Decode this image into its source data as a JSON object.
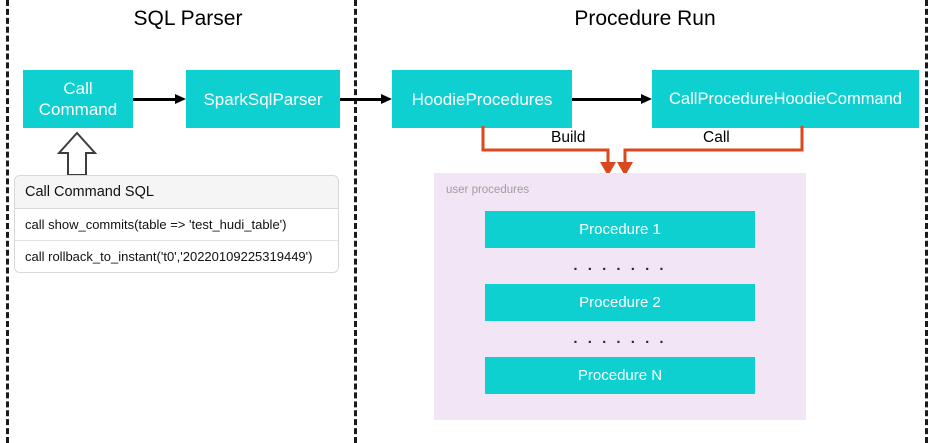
{
  "sections": [
    {
      "id": "sql-parser",
      "title": "SQL Parser"
    },
    {
      "id": "procedure-run",
      "title": "Procedure Run"
    }
  ],
  "flow": {
    "boxes": [
      {
        "id": "call-command",
        "label": "Call\nCommand"
      },
      {
        "id": "spark-sql-parser",
        "label": "SparkSqlParser"
      },
      {
        "id": "hoodie-procedures",
        "label": "HoodieProcedures"
      },
      {
        "id": "call-procedure-hoodie-command",
        "label": "CallProcedureHoodieCommand"
      }
    ],
    "call_command_line1": "Call",
    "call_command_line2": "Command",
    "spark_sql_parser": "SparkSqlParser",
    "hoodie_procedures": "HoodieProcedures",
    "call_procedure_hoodie_command": "CallProcedureHoodieCommand"
  },
  "connectors": {
    "build_label": "Build",
    "call_label": "Call"
  },
  "sql_table": {
    "header": "Call Command SQL",
    "rows": [
      "call show_commits(table => 'test_hudi_table')",
      "call rollback_to_instant('t0','20220109225319449')"
    ]
  },
  "user_procedures": {
    "panel_label": "user procedures",
    "items": [
      {
        "type": "procedure",
        "label": "Procedure 1"
      },
      {
        "type": "ellipsis",
        "label": ". . . . . . ."
      },
      {
        "type": "procedure",
        "label": "Procedure 2"
      },
      {
        "type": "ellipsis",
        "label": ". . . . . . ."
      },
      {
        "type": "procedure",
        "label": "Procedure N"
      }
    ]
  },
  "colors": {
    "teal_box": "#0ed0d0",
    "orange_connector": "#d9481e",
    "pink_panel": "#f2e5f5",
    "divider": "#1a1a1a",
    "arrow_black": "#000000",
    "label_gray": "#9e9e9e"
  }
}
